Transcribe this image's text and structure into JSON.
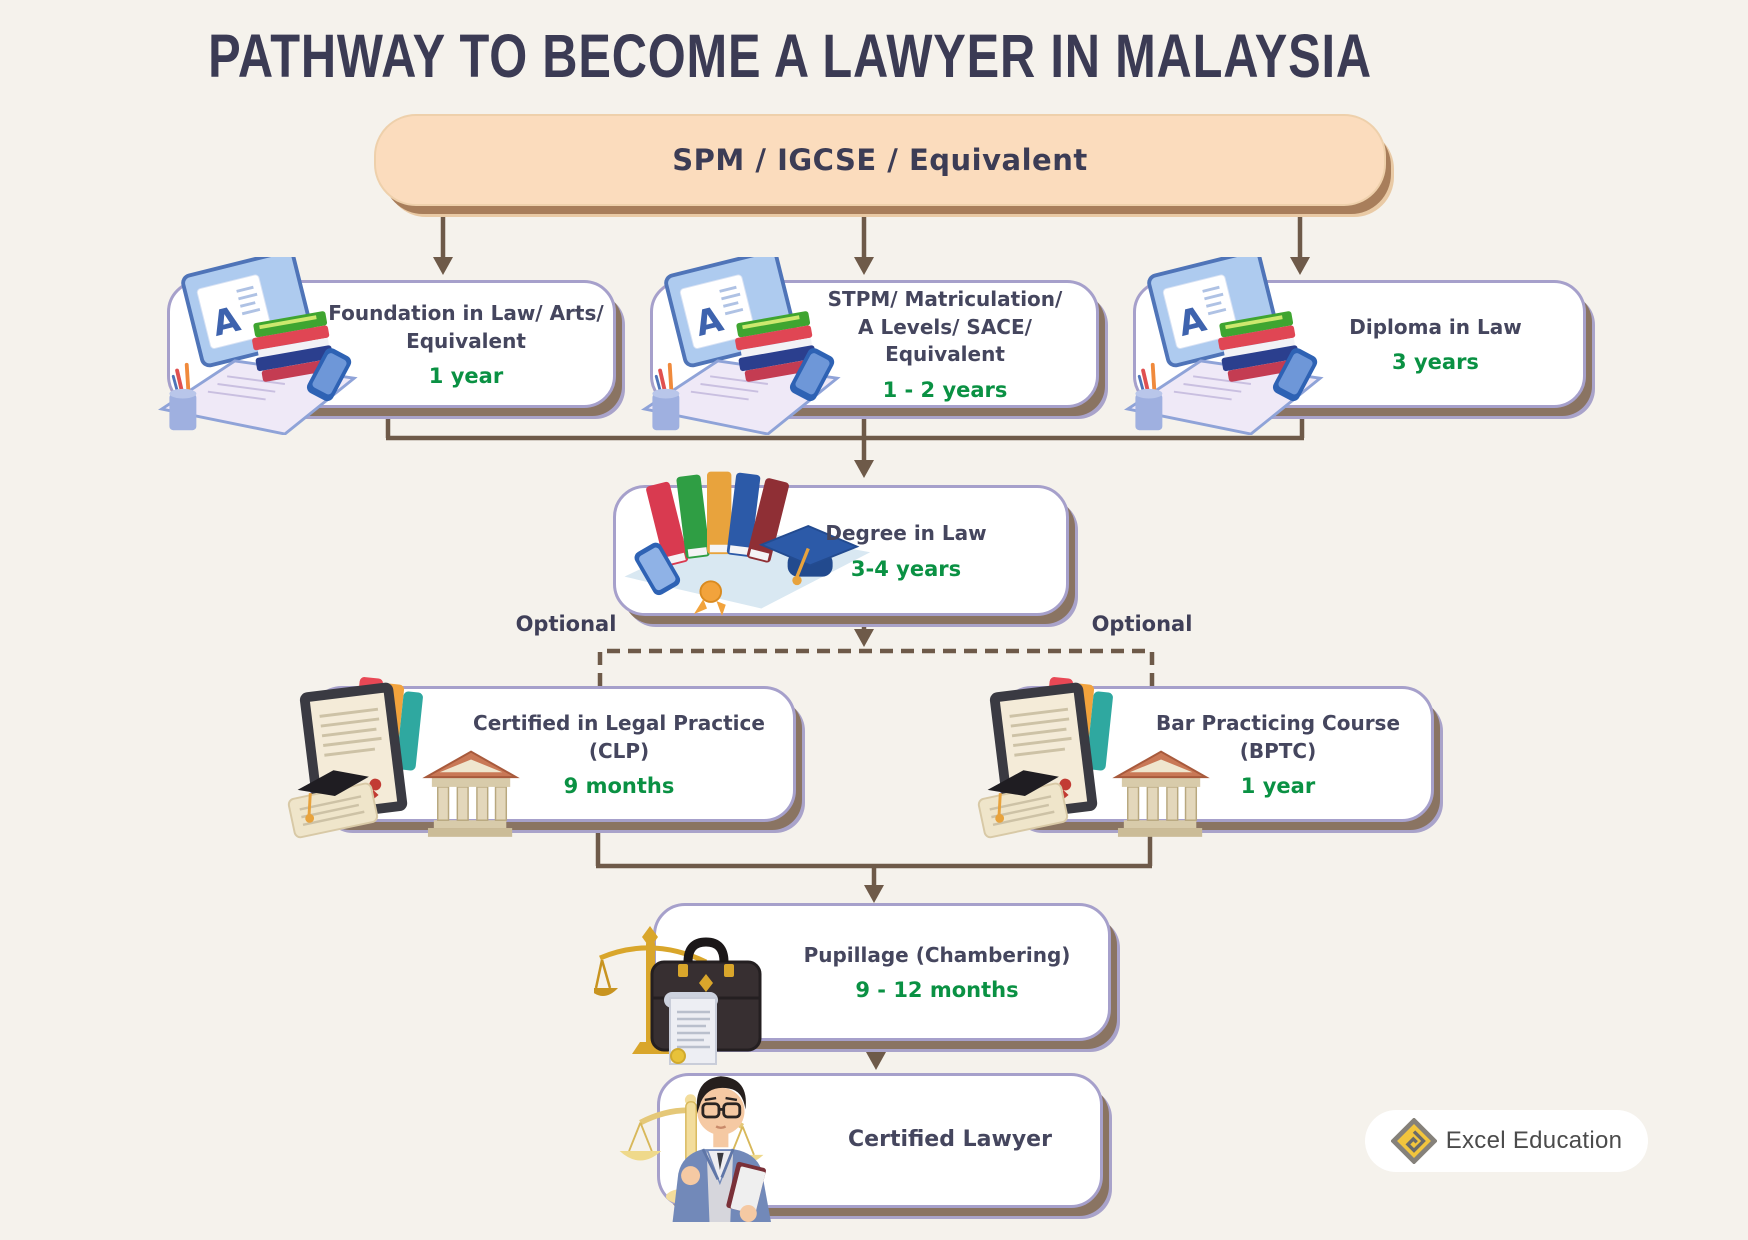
{
  "title": "PATHWAY TO BECOME A LAWYER IN MALAYSIA",
  "flow": {
    "root": {
      "label": "SPM / IGCSE / Equivalent"
    },
    "entry_paths": [
      {
        "line1": "Foundation in Law/ Arts/",
        "line2": "Equivalent",
        "duration": "1 year",
        "icon": "laptop-books-icon"
      },
      {
        "line1": "STPM/ Matriculation/",
        "line2": "A Levels/ SACE/ Equivalent",
        "duration": "1 - 2 years",
        "icon": "laptop-books-icon"
      },
      {
        "line1": "Diploma in Law",
        "line2": "",
        "duration": "3 years",
        "icon": "laptop-books-icon"
      }
    ],
    "degree": {
      "label": "Degree in Law",
      "duration": "3-4 years",
      "icon": "books-gradcap-icon"
    },
    "optional_left": "Optional",
    "optional_right": "Optional",
    "postgrad_paths": [
      {
        "line1": "Certified in Legal Practice",
        "line2": "(CLP)",
        "duration": "9 months",
        "icon": "certificate-courthouse-icon"
      },
      {
        "line1": "Bar Practicing Course",
        "line2": "(BPTC)",
        "duration": "1 year",
        "icon": "certificate-courthouse-icon"
      }
    ],
    "pupillage": {
      "label": "Pupillage (Chambering)",
      "duration": "9 - 12 months",
      "icon": "briefcase-scales-icon"
    },
    "final": {
      "label": "Certified Lawyer",
      "icon": "lawyer-illustration"
    }
  },
  "icons": {
    "laptop_letter": "A"
  },
  "footer": {
    "brand": "Excel Education"
  },
  "colors": {
    "background": "#F5F2EC",
    "heading_text": "#3B3B54",
    "node_text": "#45465E",
    "duration_green": "#0A9143",
    "connector_brown": "#6E5A49",
    "node_border_purple": "#A6A0CB",
    "node_shadow_brown": "#8A7462",
    "root_fill_peach": "#FBDCBD",
    "root_shadow_brown": "#A87E5B"
  }
}
